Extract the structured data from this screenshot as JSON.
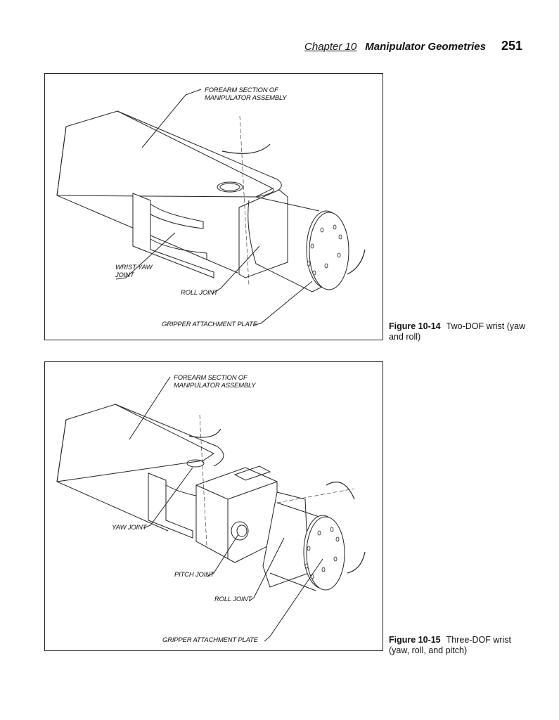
{
  "header": {
    "chapter": "Chapter 10",
    "title": "Manipulator Geometries",
    "page_number": "251"
  },
  "figures": [
    {
      "labels": {
        "forearm_1": "FOREARM SECTION OF",
        "forearm_2": "MANIPULATOR ASSEMBLY",
        "yaw_1": "WRIST YAW",
        "yaw_2": "JOINT",
        "roll": "ROLL JOINT",
        "gripper": "GRIPPER ATTACHMENT PLATE"
      },
      "caption_number": "Figure 10-14",
      "caption_text": "Two-DOF wrist (yaw and roll)"
    },
    {
      "labels": {
        "forearm_1": "FOREARM SECTION OF",
        "forearm_2": "MANIPULATOR ASSEMBLY",
        "yaw": "YAW JOINT",
        "pitch": "PITCH JOINT",
        "roll": "ROLL JOINT",
        "gripper": "GRIPPER ATTACHMENT PLATE"
      },
      "caption_number": "Figure 10-15",
      "caption_text": "Three-DOF wrist (yaw, roll, and pitch)"
    }
  ]
}
